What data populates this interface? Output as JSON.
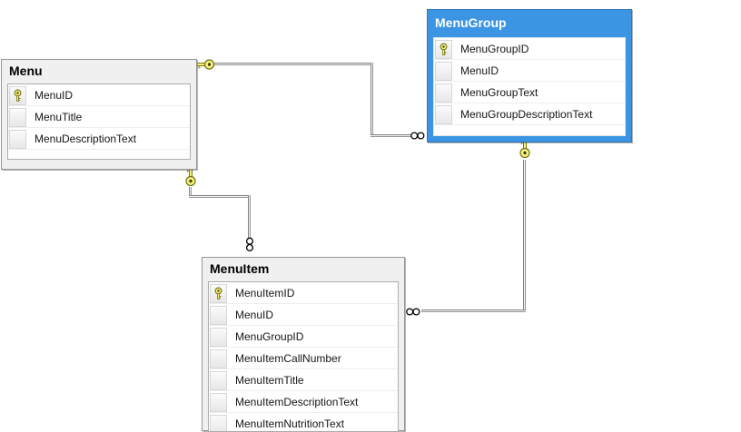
{
  "diagram": {
    "tool": "database-diagram-designer",
    "tables": [
      {
        "name": "Menu",
        "selected": false,
        "columns": [
          {
            "name": "MenuID",
            "primary_key": true
          },
          {
            "name": "MenuTitle",
            "primary_key": false
          },
          {
            "name": "MenuDescriptionText",
            "primary_key": false
          }
        ]
      },
      {
        "name": "MenuGroup",
        "selected": true,
        "columns": [
          {
            "name": "MenuGroupID",
            "primary_key": true
          },
          {
            "name": "MenuID",
            "primary_key": false
          },
          {
            "name": "MenuGroupText",
            "primary_key": false
          },
          {
            "name": "MenuGroupDescriptionText",
            "primary_key": false
          }
        ]
      },
      {
        "name": "MenuItem",
        "selected": false,
        "columns": [
          {
            "name": "MenuItemID",
            "primary_key": true
          },
          {
            "name": "MenuID",
            "primary_key": false
          },
          {
            "name": "MenuGroupID",
            "primary_key": false
          },
          {
            "name": "MenuItemCallNumber",
            "primary_key": false
          },
          {
            "name": "MenuItemTitle",
            "primary_key": false
          },
          {
            "name": "MenuItemDescriptionText",
            "primary_key": false
          },
          {
            "name": "MenuItemNutritionText",
            "primary_key": false
          }
        ]
      }
    ],
    "relationships": [
      {
        "from": "Menu",
        "to": "MenuGroup",
        "from_end": "one (key)",
        "to_end": "many (infinity)"
      },
      {
        "from": "Menu",
        "to": "MenuItem",
        "from_end": "one (key)",
        "to_end": "many (infinity)"
      },
      {
        "from": "MenuGroup",
        "to": "MenuItem",
        "from_end": "one (key)",
        "to_end": "many (infinity)"
      }
    ],
    "colors": {
      "selected_table_fill": "#3b95e2",
      "selected_table_border": "#2d77bd",
      "table_fill": "#f1f0f0",
      "table_border": "#979797",
      "key_icon_fill": "#f7f06e",
      "key_icon_outline": "#77771c",
      "canvas": "#ffffff"
    }
  }
}
